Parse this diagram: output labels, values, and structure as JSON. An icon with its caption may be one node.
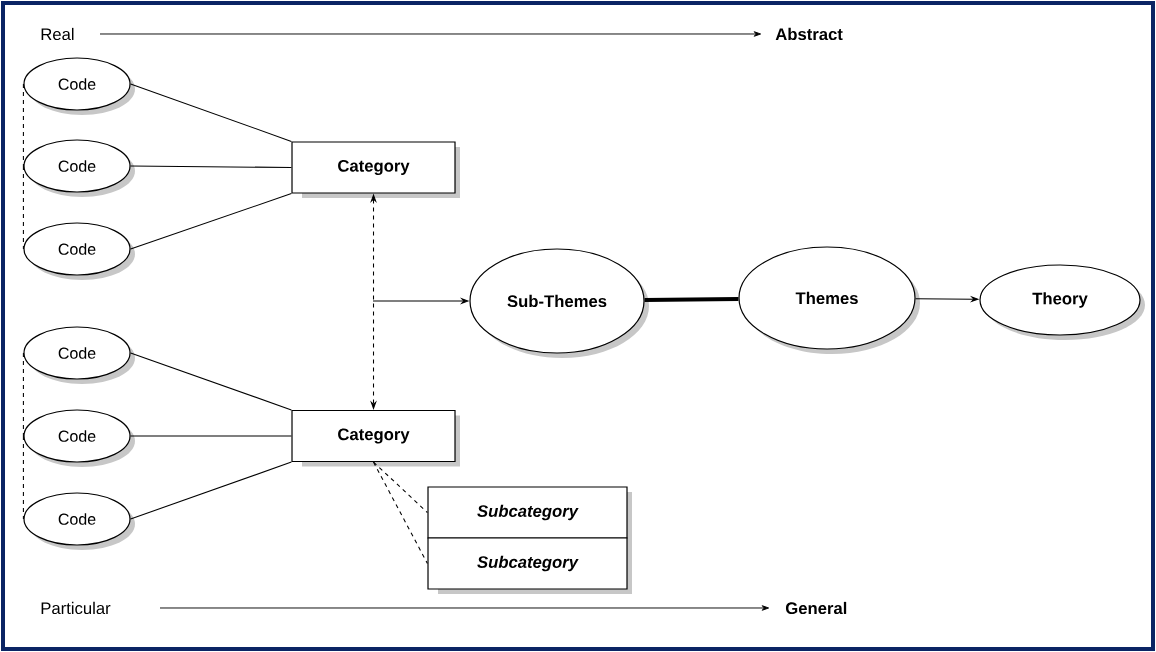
{
  "diagram": {
    "nodes": [
      {
        "text": [
          "Code"
        ]
      },
      {
        "text": [
          "Code"
        ]
      },
      {
        "text": [
          "Code"
        ]
      },
      {
        "text": [
          "Category"
        ]
      },
      {
        "text": [
          "Code"
        ]
      },
      {
        "text": [
          "Code"
        ]
      },
      {
        "text": [
          "Code"
        ]
      },
      {
        "text": [
          "Category"
        ]
      },
      {
        "text": [
          "Subcategory"
        ]
      },
      {
        "text": [
          "Subcategory"
        ]
      },
      {
        "text": [
          "Sub-Themes"
        ]
      },
      {
        "text": [
          "Themes"
        ]
      },
      {
        "text": [
          "Theory"
        ]
      }
    ],
    "edges": [
      {
        "from": 0,
        "to": 3,
        "arrow": "none"
      },
      {
        "from": 1,
        "to": 3,
        "arrow": "none"
      },
      {
        "from": 2,
        "to": 3,
        "arrow": "none"
      },
      {
        "from": 0,
        "to": 1,
        "arrow": "none",
        "style": "dashed"
      },
      {
        "from": 1,
        "to": 2,
        "arrow": "none",
        "style": "dashed"
      },
      {
        "from": 4,
        "to": 7,
        "arrow": "none"
      },
      {
        "from": 5,
        "to": 7,
        "arrow": "none"
      },
      {
        "from": 6,
        "to": 7,
        "arrow": "none"
      },
      {
        "from": 4,
        "to": 5,
        "arrow": "none",
        "style": "dashed"
      },
      {
        "from": 5,
        "to": 6,
        "arrow": "none",
        "style": "dashed"
      },
      {
        "from": 3,
        "to": 7,
        "arrow": "both",
        "style": "dashed"
      },
      {
        "from": null,
        "to": 10,
        "arrow": "to"
      },
      {
        "from": 7,
        "to": 8,
        "arrow": "none",
        "style": "dashed"
      },
      {
        "from": 7,
        "to": 9,
        "arrow": "none",
        "style": "dashed"
      },
      {
        "from": 10,
        "to": 11,
        "arrow": "none",
        "style": "thick"
      },
      {
        "from": 11,
        "to": 12,
        "arrow": "to"
      }
    ],
    "labels": [
      "Real",
      "Abstract",
      "Particular",
      "General"
    ]
  }
}
